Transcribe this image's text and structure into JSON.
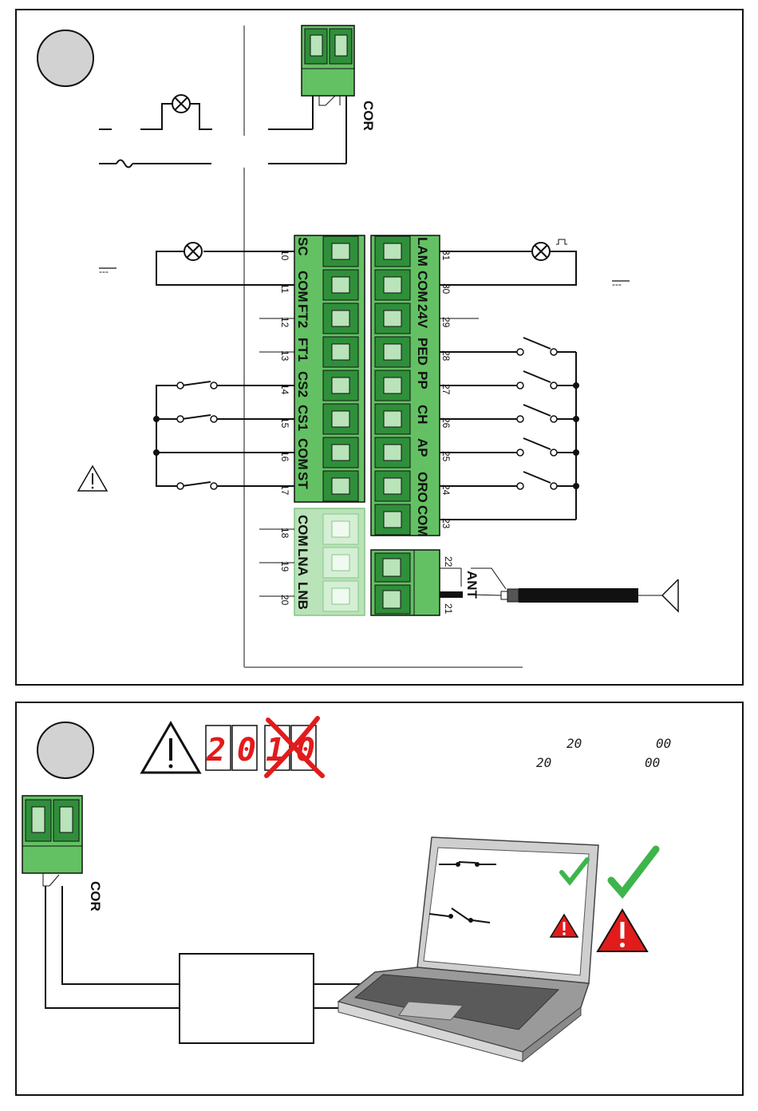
{
  "panel1": {
    "relay_label": "COR",
    "left_block": [
      {
        "label": "SC",
        "num": "10"
      },
      {
        "label": "COM",
        "num": "11"
      },
      {
        "label": "FT2",
        "num": "12"
      },
      {
        "label": "FT1",
        "num": "13"
      },
      {
        "label": "CS2",
        "num": "14"
      },
      {
        "label": "CS1",
        "num": "15"
      },
      {
        "label": "COM",
        "num": "16"
      },
      {
        "label": "ST",
        "num": "17"
      }
    ],
    "left_light_block": [
      {
        "label": "COM",
        "num": "18"
      },
      {
        "label": "LNA",
        "num": "19"
      },
      {
        "label": "LNB",
        "num": "20"
      }
    ],
    "right_block": [
      {
        "label": "LAM",
        "num": "31"
      },
      {
        "label": "COM",
        "num": "30"
      },
      {
        "label": "24V",
        "num": "29"
      },
      {
        "label": "PED",
        "num": "28"
      },
      {
        "label": "PP",
        "num": "27"
      },
      {
        "label": "CH",
        "num": "26"
      },
      {
        "label": "AP",
        "num": "25"
      },
      {
        "label": "ORO",
        "num": "24"
      },
      {
        "label": "COM",
        "num": "23"
      }
    ],
    "antenna": {
      "label": "ANT",
      "num_top": "22",
      "num_bottom": "21"
    },
    "dc_symbol_left": "---",
    "dc_symbol_right": "---"
  },
  "panel2": {
    "relay_label": "COR",
    "display_valid": "20",
    "display_invalid": "10",
    "legend": {
      "a_top": "20",
      "a_bottom": "20",
      "b_top": "00",
      "b_bottom": "00"
    }
  },
  "colors": {
    "terminal_green": "#63c163",
    "terminal_dark": "#2f8f3a",
    "terminal_light": "#b9e3b9",
    "alert_red": "#e21b1b",
    "check_green": "#3db54a"
  }
}
